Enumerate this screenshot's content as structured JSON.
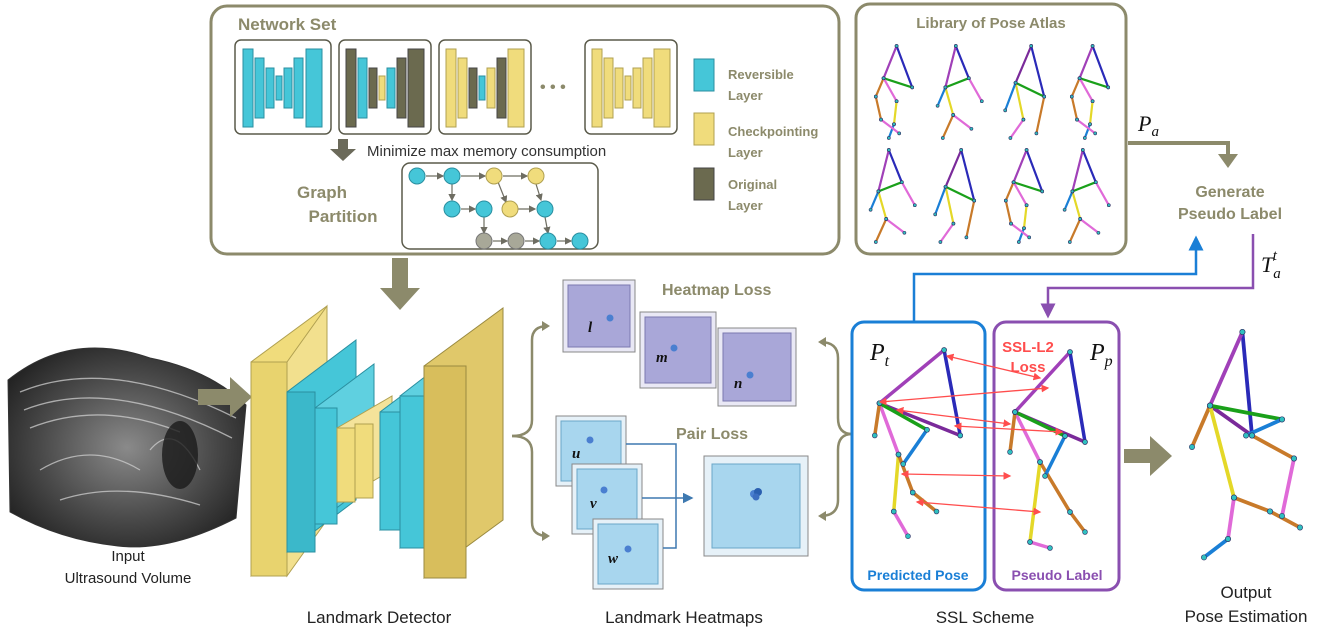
{
  "network_set": {
    "title": "Network Set",
    "ellipsis": "• • •",
    "minimize_text": "Minimize max memory consumption",
    "graph_partition_line1": "Graph",
    "graph_partition_line2": "Partition",
    "legend": {
      "reversible_line1": "Reversible",
      "reversible_line2": "Layer",
      "checkpointing_line1": "Checkpointing",
      "checkpointing_line2": "Layer",
      "original_line1": "Original",
      "original_line2": "Layer"
    }
  },
  "atlas": {
    "title": "Library of Pose Atlas"
  },
  "generate": {
    "line1": "Generate",
    "line2": "Pseudo Label"
  },
  "math": {
    "pa_base": "P",
    "pa_sub": "a",
    "ta_base": "T",
    "ta_sub": "a",
    "ta_sup": "t",
    "pt_base": "P",
    "pt_sub": "t",
    "pp_base": "P",
    "pp_sub": "p"
  },
  "heatmaps": {
    "heatmap_loss": "Heatmap Loss",
    "pair_loss": "Pair Loss",
    "letters": [
      "l",
      "m",
      "n",
      "u",
      "v",
      "w"
    ]
  },
  "ssl": {
    "predicted_pose": "Predicted Pose",
    "pseudo_label": "Pseudo Label",
    "loss_line1": "SSL-L2",
    "loss_line2": "Loss"
  },
  "captions": {
    "input_line1": "Input",
    "input_line2": "Ultrasound Volume",
    "landmark_detector": "Landmark Detector",
    "landmark_heatmaps": "Landmark Heatmaps",
    "ssl_scheme": "SSL Scheme",
    "output_line1": "Output",
    "output_line2": "Pose Estimation"
  },
  "colors": {
    "panel_border": "#8c8a6b",
    "reversible": "#45c6d8",
    "checkpointing": "#f0dc7c",
    "original": "#6b6a4f",
    "heatmap_purple": "#a9a7d8",
    "heatmap_blue": "#a8d6ee",
    "predicted_blue": "#1a7fd6",
    "pseudo_purple": "#8a4fb0",
    "loss_red": "#ff4d4d"
  }
}
